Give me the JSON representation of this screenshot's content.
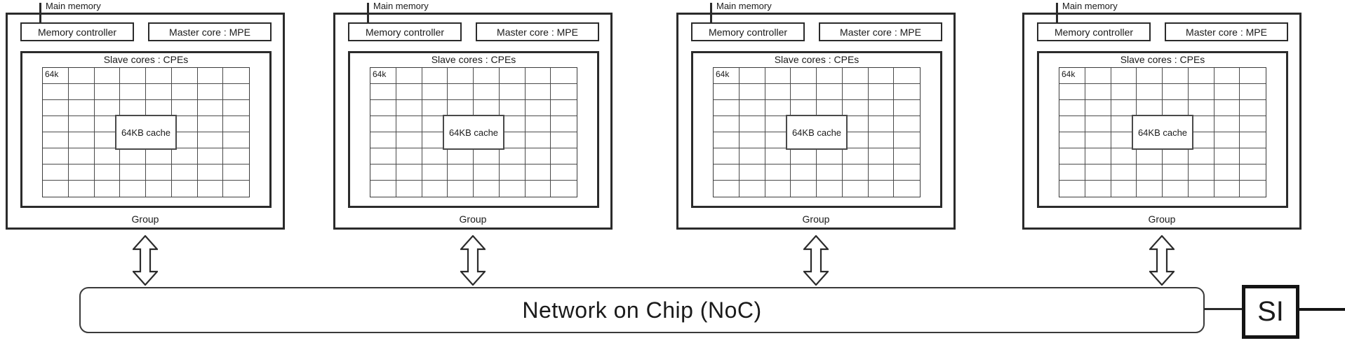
{
  "groups": [
    {
      "main_memory": "Main memory",
      "memory_controller": "Memory controller",
      "master_core": "Master core : MPE",
      "slave_cores_title": "Slave cores : CPEs",
      "cell_label": "64k",
      "cache_label": "64KB cache",
      "group_label": "Group"
    },
    {
      "main_memory": "Main memory",
      "memory_controller": "Memory controller",
      "master_core": "Master core : MPE",
      "slave_cores_title": "Slave cores : CPEs",
      "cell_label": "64k",
      "cache_label": "64KB cache",
      "group_label": "Group"
    },
    {
      "main_memory": "Main memory",
      "memory_controller": "Memory controller",
      "master_core": "Master core : MPE",
      "slave_cores_title": "Slave cores : CPEs",
      "cell_label": "64k",
      "cache_label": "64KB cache",
      "group_label": "Group"
    },
    {
      "main_memory": "Main memory",
      "memory_controller": "Memory controller",
      "master_core": "Master core : MPE",
      "slave_cores_title": "Slave cores : CPEs",
      "cell_label": "64k",
      "cache_label": "64KB cache",
      "group_label": "Group"
    }
  ],
  "grid": {
    "rows": 8,
    "cols": 8
  },
  "noc": {
    "label": "Network on Chip (NoC)"
  },
  "si": {
    "label": "SI"
  },
  "colors": {
    "line": "#2b2b2b",
    "text": "#1a1a1a"
  }
}
